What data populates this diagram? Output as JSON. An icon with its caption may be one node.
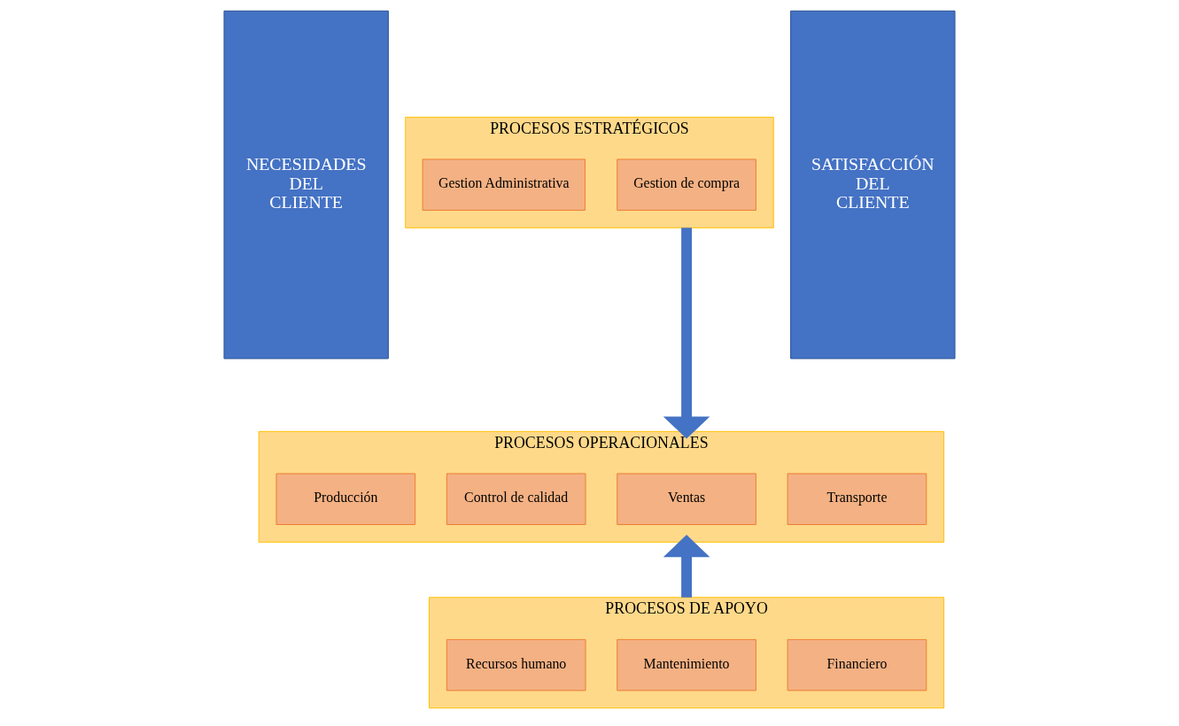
{
  "diagram": {
    "nodes": [
      {
        "text": [
          "NECESIDADES DEL CLIENTE"
        ]
      },
      {
        "text": [
          "PROCESOS ESTRATÉGICOS"
        ]
      },
      {
        "text": [
          "Gestion Administrativa"
        ],
        "in": 1
      },
      {
        "text": [
          "Gestion de compra"
        ],
        "in": 1
      },
      {
        "text": [
          "PROCESOS OPERACIONALES"
        ]
      },
      {
        "text": [
          "Producción"
        ],
        "in": 4
      },
      {
        "text": [
          "Control de calidad"
        ],
        "in": 4
      },
      {
        "text": [
          "Ventas"
        ],
        "in": 4
      },
      {
        "text": [
          "Transporte"
        ],
        "in": 4
      },
      {
        "text": [
          "PROCESOS DE APOYO"
        ]
      },
      {
        "text": [
          "Recursos humano"
        ],
        "in": 9
      },
      {
        "text": [
          "Mantenimiento"
        ],
        "in": 9
      },
      {
        "text": [
          "Financiero"
        ],
        "in": 9
      },
      {
        "text": [
          "SATISFACCIÓN DEL CLIENTE"
        ]
      }
    ],
    "edges": [
      {
        "from": 1,
        "to": 4,
        "arrow": "to"
      },
      {
        "from": 9,
        "to": 4,
        "arrow": "to"
      }
    ]
  }
}
